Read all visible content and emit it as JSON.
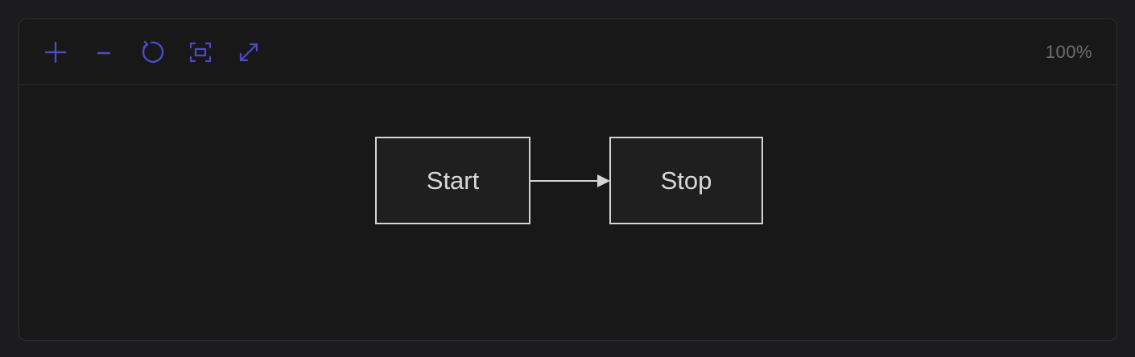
{
  "toolbar": {
    "zoom_in_icon": "plus-icon",
    "zoom_out_icon": "minus-icon",
    "reset_icon": "refresh-icon",
    "fit_icon": "fit-screen-icon",
    "fullscreen_icon": "expand-icon",
    "zoom_level": "100%",
    "icon_color": "#4b4bc8"
  },
  "diagram": {
    "nodes": [
      {
        "id": "start",
        "label": "Start"
      },
      {
        "id": "stop",
        "label": "Stop"
      }
    ],
    "edges": [
      {
        "from": "start",
        "to": "stop"
      }
    ]
  }
}
